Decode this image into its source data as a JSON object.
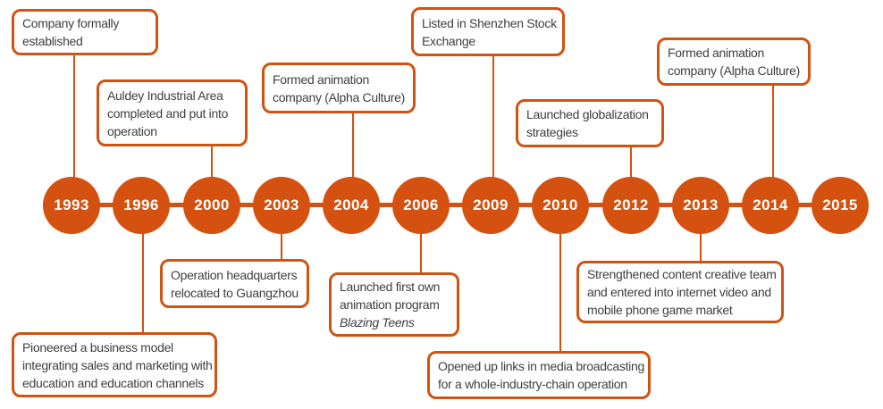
{
  "colors": {
    "accent": "#d5510f",
    "box_border": "#cf5311",
    "box_text": "#3f4042",
    "year_text": "#ffffff",
    "background": "#ffffff"
  },
  "timeline": {
    "years": [
      "1993",
      "1996",
      "2000",
      "2003",
      "2004",
      "2006",
      "2009",
      "2010",
      "2012",
      "2013",
      "2014",
      "2015"
    ],
    "events": [
      {
        "year": "1993",
        "position": "above",
        "text": "Company formally\nestablished"
      },
      {
        "year": "2000",
        "position": "above",
        "text": "Auldey Industrial Area\ncompleted and put into\noperation"
      },
      {
        "year": "2004",
        "position": "above",
        "text": "Formed animation\ncompany (Alpha Culture)"
      },
      {
        "year": "2009",
        "position": "above",
        "text": "Listed in Shenzhen Stock\nExchange"
      },
      {
        "year": "2012",
        "position": "above",
        "text": "Launched globalization\nstrategies"
      },
      {
        "year": "2014",
        "position": "above",
        "text": "Formed animation\ncompany (Alpha Culture)"
      },
      {
        "year": "1996",
        "position": "below",
        "text": "Pioneered a business model\nintegrating sales and marketing with\neducation and education channels"
      },
      {
        "year": "2003",
        "position": "below",
        "text": "Operation headquarters\nrelocated to Guangzhou"
      },
      {
        "year": "2006",
        "position": "below",
        "text": "Launched first own\nanimation program",
        "italic_text": "Blazing Teens"
      },
      {
        "year": "2010",
        "position": "below",
        "text": "Opened up links in media broadcasting\nfor a whole-industry-chain operation"
      },
      {
        "year": "2013",
        "position": "below",
        "text": "Strengthened content creative team\nand entered into internet video and\nmobile phone game market"
      }
    ]
  }
}
